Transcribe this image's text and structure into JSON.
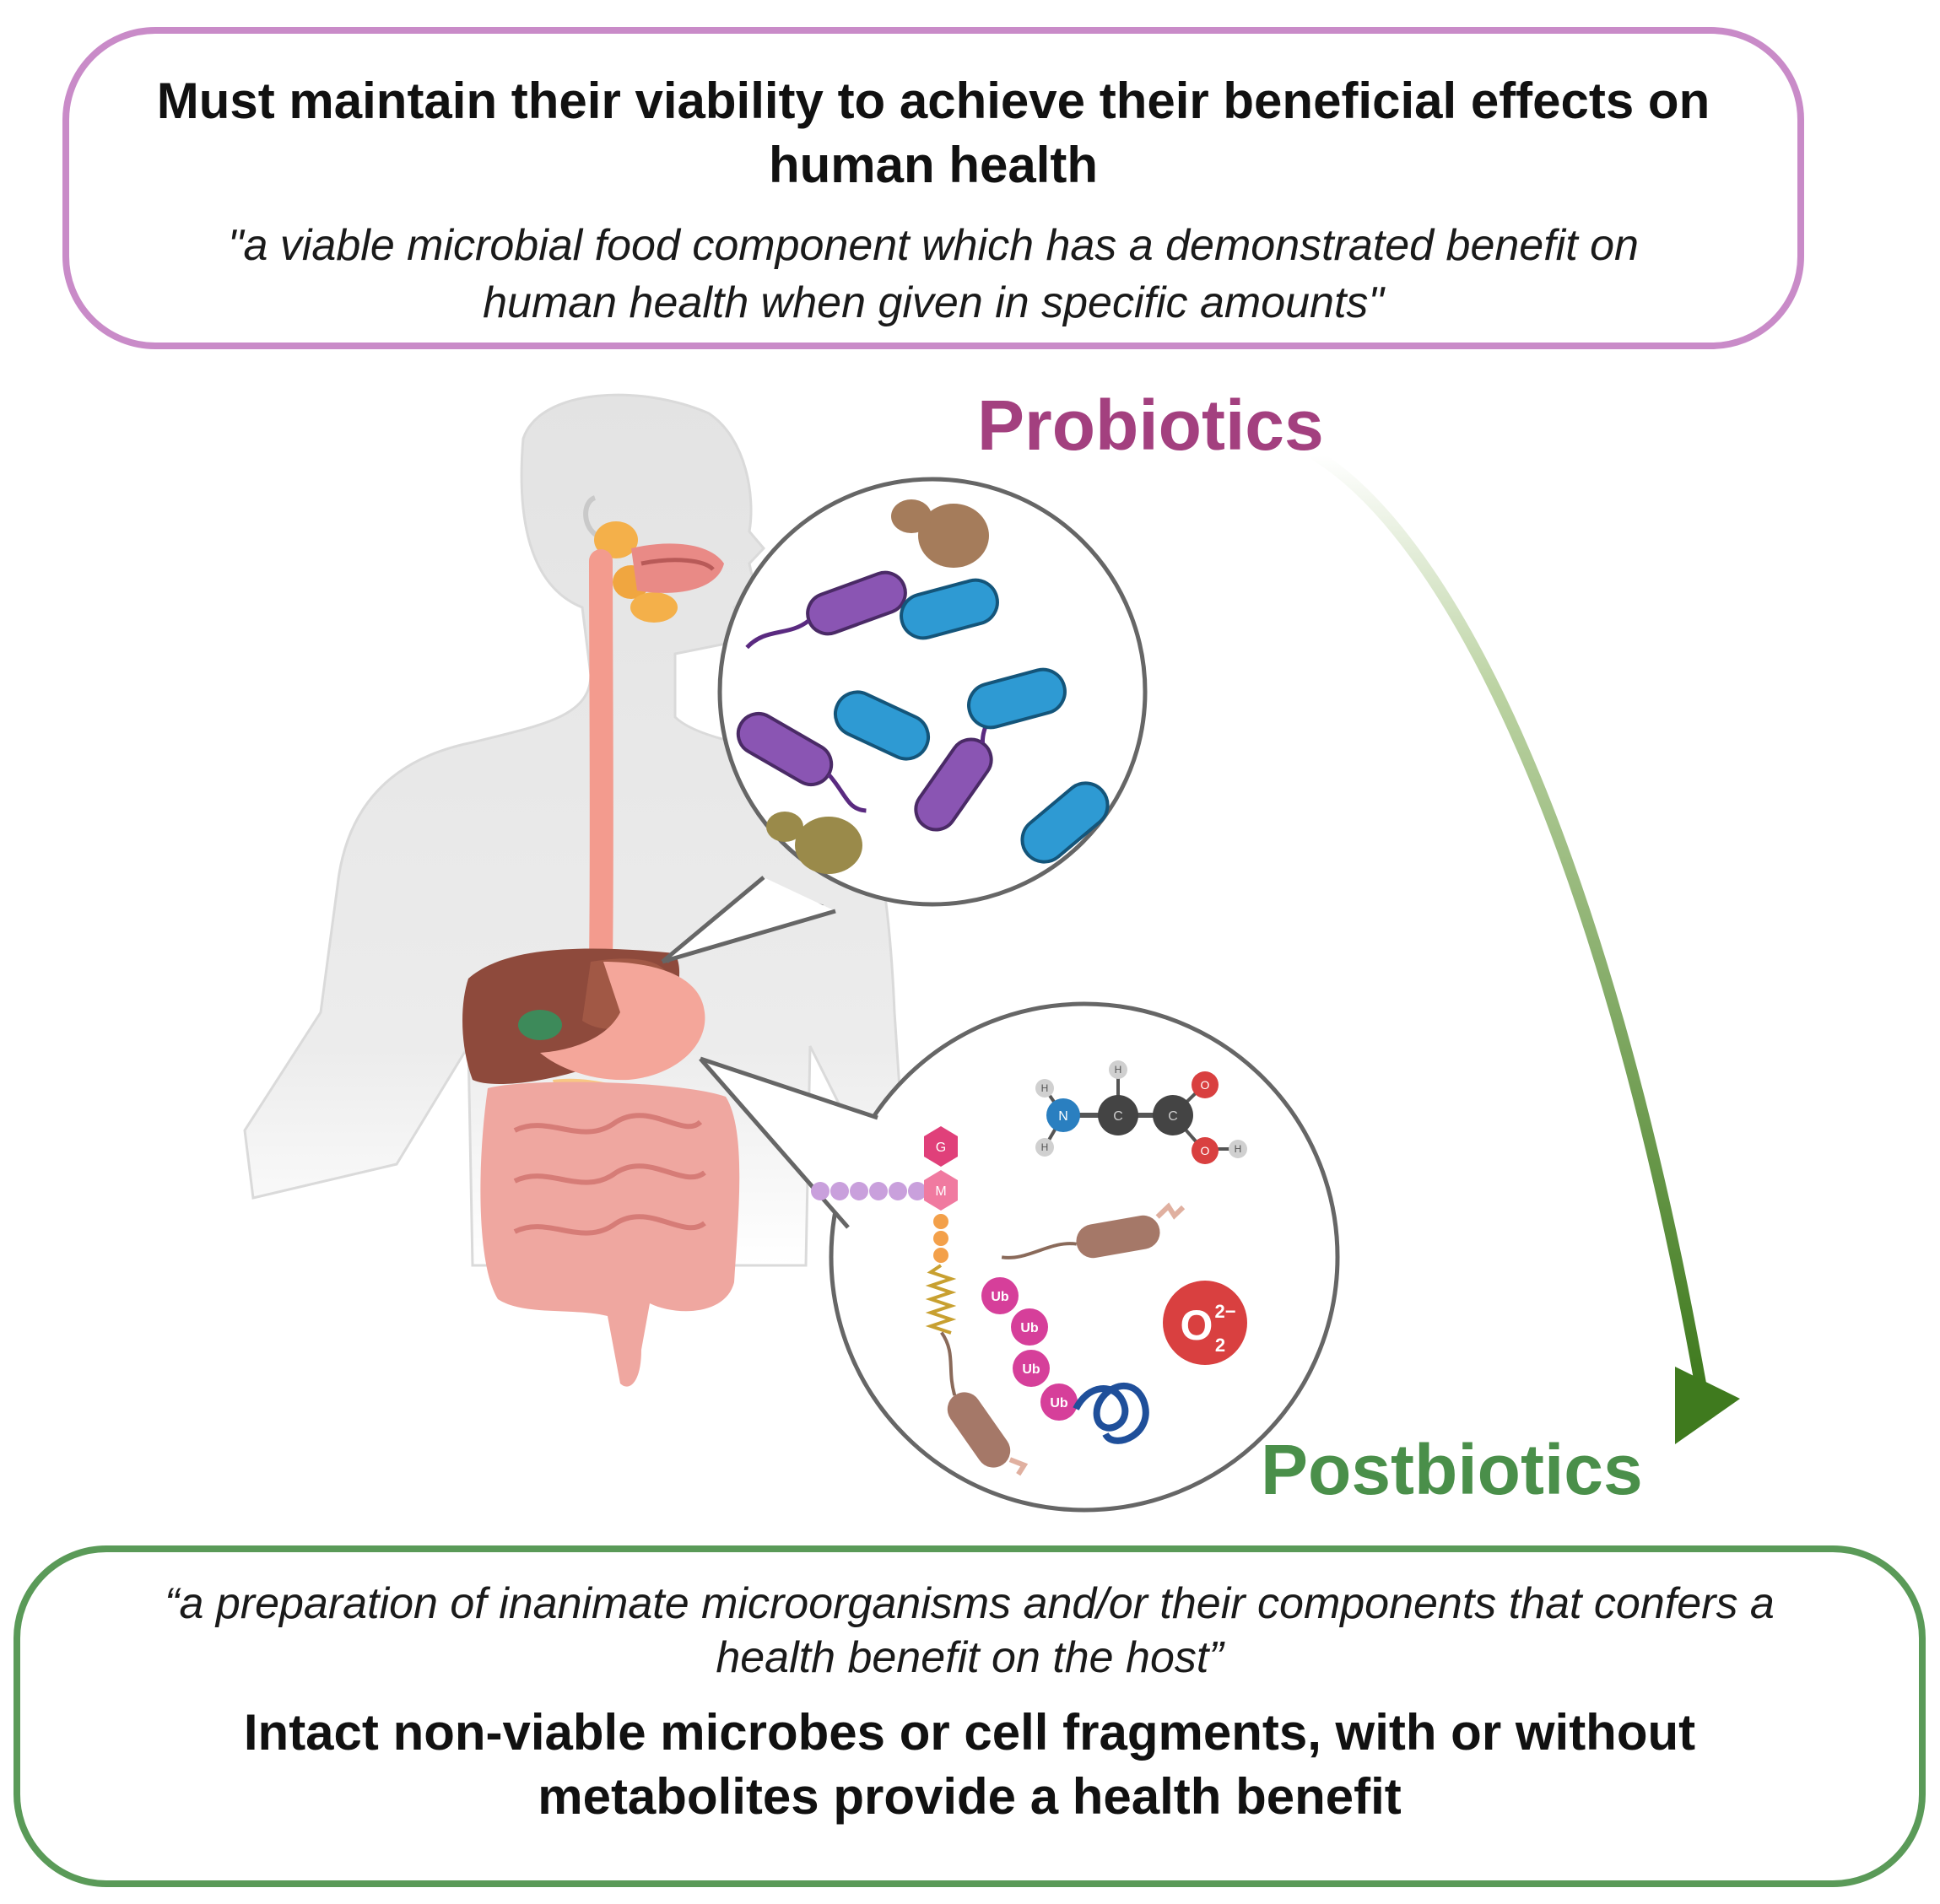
{
  "probiotics": {
    "heading_line1": "Must maintain their viability to achieve their beneficial effects on",
    "heading_line2": "human health",
    "definition_line1": "\"a viable microbial food component which has a demonstrated benefit on",
    "definition_line2": "human health when given in specific amounts\"",
    "label": "Probiotics"
  },
  "postbiotics": {
    "label": "Postbiotics",
    "definition_line1": "“a preparation of inanimate microorganisms and/or their components that confers a",
    "definition_line2": "health benefit on the host”",
    "heading_line1": "Intact non-viable microbes or cell fragments, with or without",
    "heading_line2": "metabolites  provide a health benefit"
  },
  "molecule_labels": {
    "hydrogen": "H",
    "nitrogen": "N",
    "carbon": "C",
    "oxygen": "O",
    "ubiquitin": "Ub",
    "glycan_g": "G",
    "glycan_m": "M",
    "superoxide": "O",
    "superoxide_sub": "2",
    "superoxide_sup": "2−"
  },
  "colors": {
    "probiotics_accent": "#a3407f",
    "probiotics_border": "#c98bc8",
    "postbiotics_accent": "#4a8f4a",
    "postbiotics_border": "#5a9a58",
    "arrow": "#4e7f28"
  }
}
